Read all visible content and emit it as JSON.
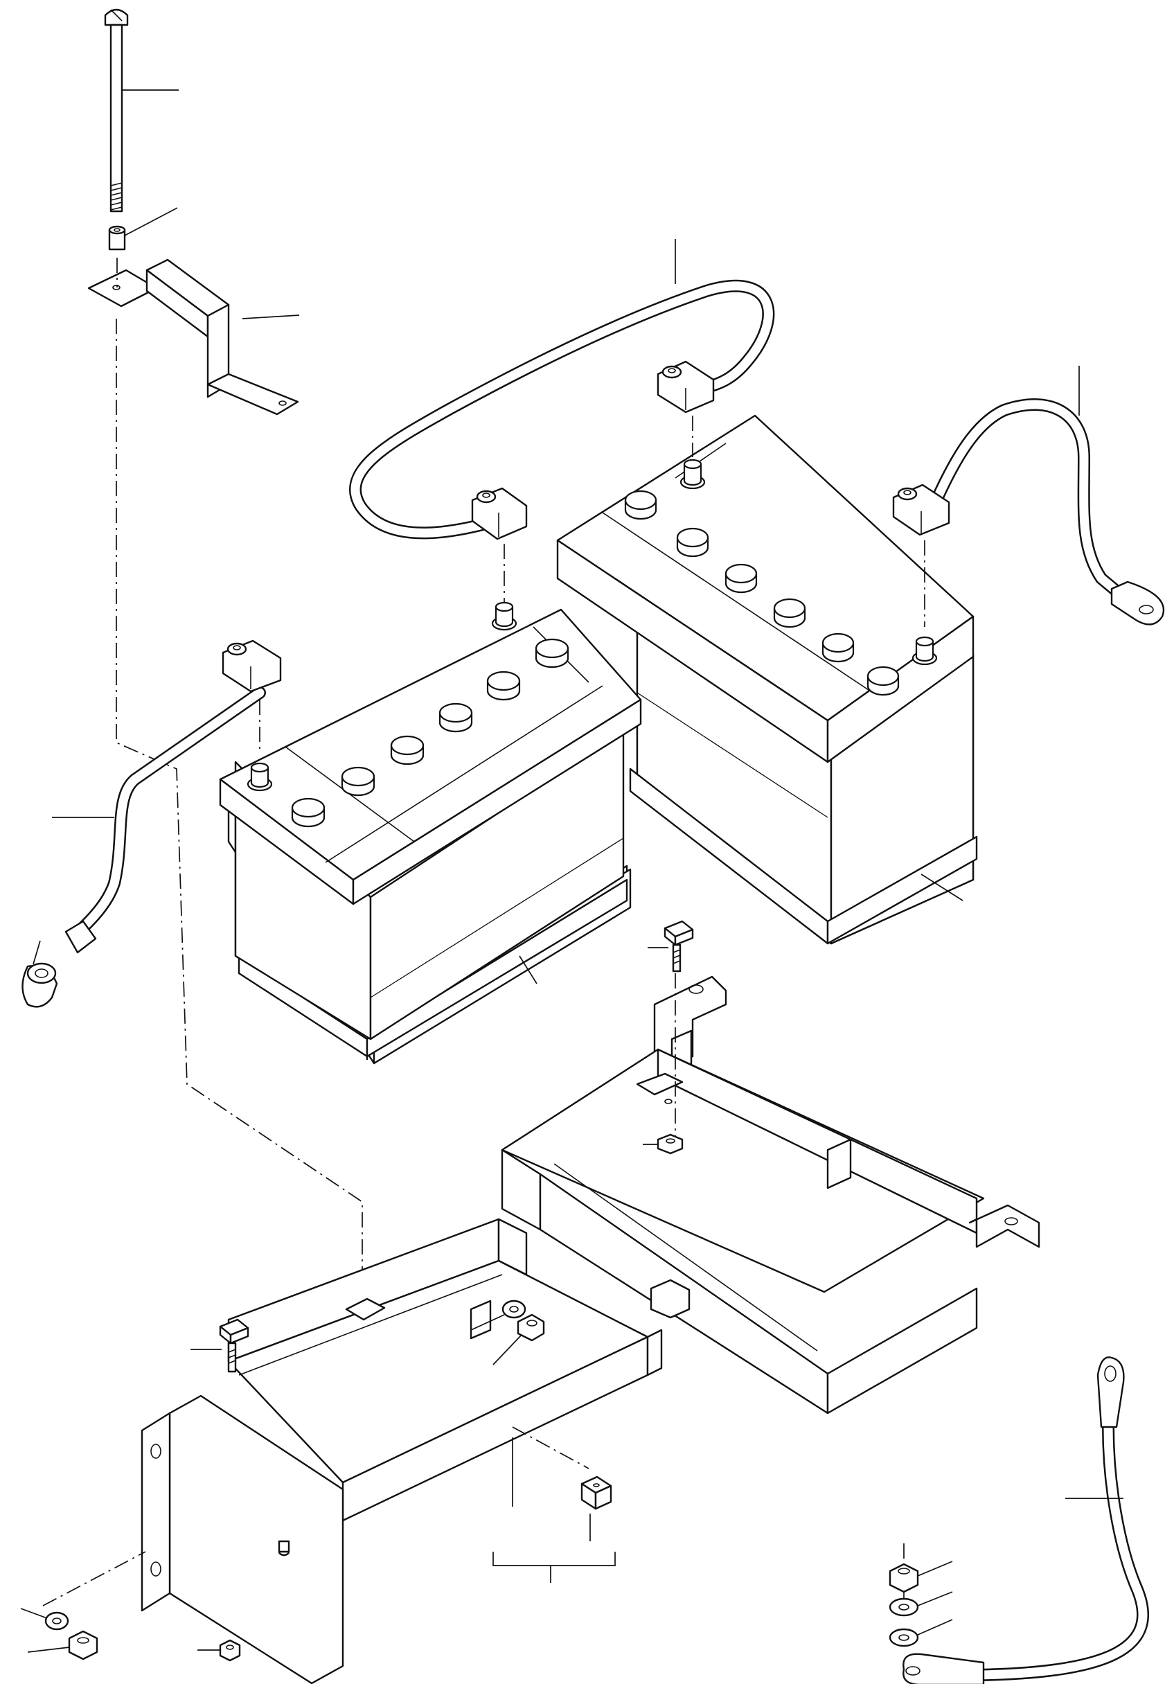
{
  "figure": {
    "kind": "exploded parts diagram",
    "parts": [
      {
        "id": "hold-down-rod",
        "icon": "threaded-rod-icon"
      },
      {
        "id": "rod-sleeve",
        "icon": "sleeve-icon"
      },
      {
        "id": "hold-down-clamp",
        "icon": "bracket-icon"
      },
      {
        "id": "battery-left",
        "icon": "battery-icon"
      },
      {
        "id": "battery-right",
        "icon": "battery-icon"
      },
      {
        "id": "jumper-cable",
        "icon": "cable-icon"
      },
      {
        "id": "positive-cable",
        "icon": "cable-icon"
      },
      {
        "id": "negative-cable-left",
        "icon": "cable-icon"
      },
      {
        "id": "terminal-boot",
        "icon": "boot-icon"
      },
      {
        "id": "battery-tray-rear",
        "icon": "tray-icon"
      },
      {
        "id": "battery-tray-front",
        "icon": "tray-icon"
      },
      {
        "id": "tray-bolts",
        "icon": "bolt-icon"
      },
      {
        "id": "tray-nuts",
        "icon": "nut-icon"
      },
      {
        "id": "square-nut",
        "icon": "square-nut-icon"
      },
      {
        "id": "ground-strap",
        "icon": "cable-icon"
      },
      {
        "id": "nut-and-washers",
        "icon": "washer-icon"
      }
    ],
    "ink_color": "#111111",
    "paper_color": "#ffffff"
  }
}
